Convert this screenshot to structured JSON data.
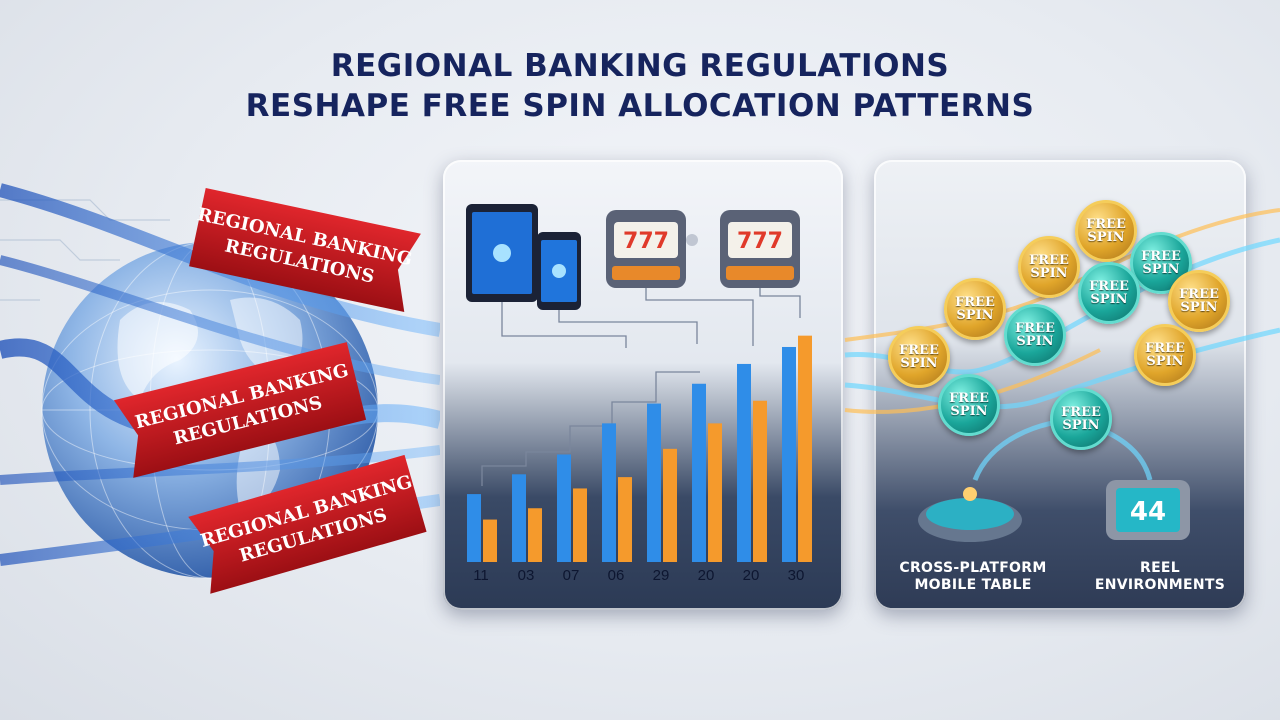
{
  "title": {
    "line1": "REGIONAL BANKING REGULATIONS",
    "line2": "RESHAPE FREE SPIN ALLOCATION PATTERNS"
  },
  "ribbons": [
    {
      "line1": "REGIONAL BANKING",
      "line2": "REGULATIONS"
    },
    {
      "line1": "REGIONAL BANKING",
      "line2": "REGULATIONS"
    },
    {
      "line1": "REGIONAL BANKING",
      "line2": "REGULATIONS"
    }
  ],
  "chart_data": {
    "type": "bar",
    "categories": [
      "11",
      "03",
      "07",
      "06",
      "29",
      "20",
      "20",
      "30"
    ],
    "series": [
      {
        "color": "#2f8de8",
        "values": [
          24,
          31,
          38,
          49,
          56,
          63,
          70,
          76
        ]
      },
      {
        "color": "#f59a2c",
        "values": [
          15,
          19,
          26,
          30,
          40,
          49,
          57,
          80
        ]
      }
    ],
    "ylim": [
      0,
      82
    ],
    "grid": false
  },
  "coins": [
    {
      "label": "FREE\nSPIN",
      "kind": "gold"
    },
    {
      "label": "FREE\nSPIN",
      "kind": "gold"
    },
    {
      "label": "FREE\nSPIN",
      "kind": "teal"
    },
    {
      "label": "FREE\nSPIN",
      "kind": "gold"
    },
    {
      "label": "FREE\nSPIN",
      "kind": "teal"
    },
    {
      "label": "FREE\nSPIN",
      "kind": "gold"
    },
    {
      "label": "FREE\nSPIN",
      "kind": "teal"
    },
    {
      "label": "FREE\nSPIN",
      "kind": "gold"
    },
    {
      "label": "FREE\nSPIN",
      "kind": "gold"
    },
    {
      "label": "FREE\nSPIN",
      "kind": "teal"
    },
    {
      "label": "FREE\nSPIN",
      "kind": "teal"
    }
  ],
  "captions": {
    "left_line1": "CROSS-PLATFORM",
    "left_line2": "MOBILE TABLE",
    "right_line1": "REEL",
    "right_line2": "ENVIRONMENTS"
  },
  "icons": [
    "globe-icon",
    "tablet-icon",
    "phone-icon",
    "slot-machine-icon",
    "table-game-icon",
    "reel-icon"
  ],
  "colors": {
    "title": "#16245e",
    "ribbon": "#c0161c",
    "stream": "#2d7be0",
    "bar_blue": "#2f8de8",
    "bar_orange": "#f59a2c",
    "coin_gold": "#e0a52a",
    "coin_teal": "#1aa69a"
  }
}
